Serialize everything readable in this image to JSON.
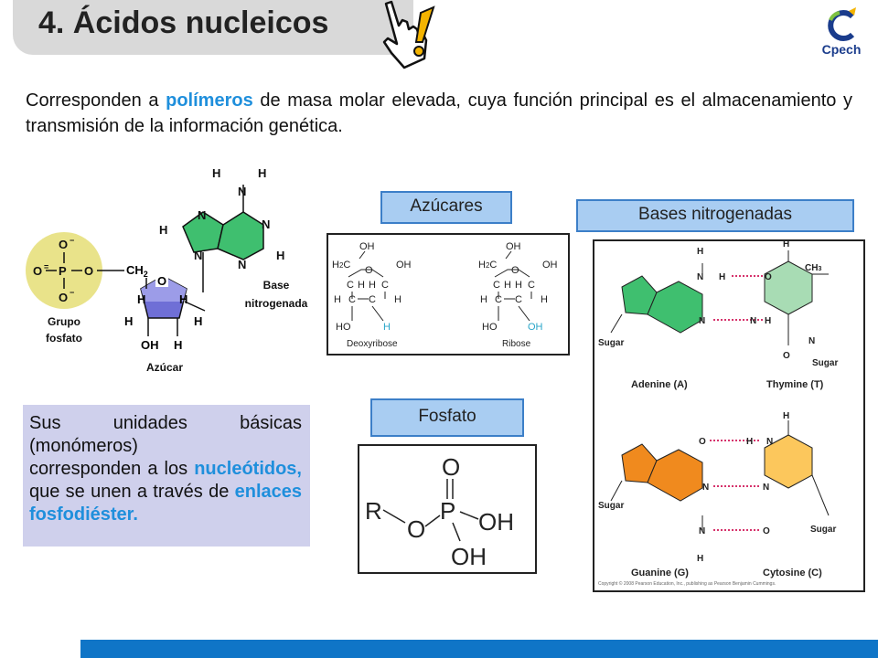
{
  "header": {
    "title": "4. Ácidos nucleicos",
    "logo_text": "Cpech"
  },
  "intro": {
    "before": "Corresponden a ",
    "highlight": "polímeros",
    "after": " de masa molar elevada, cuya función principal es el almacenamiento y transmisión de la información genética."
  },
  "nucleotide": {
    "phosphate_label_1": "Grupo",
    "phosphate_label_2": "fosfato",
    "sugar_label": "Azúcar",
    "base_label_1": "Base",
    "base_label_2": "nitrogenada"
  },
  "sugars": {
    "label": "Azúcares",
    "deoxyribose_name": "Deoxyribose",
    "ribose_name": "Ribose",
    "deoxy_h": "H",
    "ribose_oh": "OH"
  },
  "phosphate": {
    "label": "Fosfato",
    "r": "R",
    "o_top": "O",
    "p": "P",
    "o_bridge": "O",
    "oh_right": "OH",
    "oh_bottom": "OH"
  },
  "bases": {
    "label": "Bases nitrogenadas",
    "adenine": "Adenine (A)",
    "thymine": "Thymine (T)",
    "guanine": "Guanine (G)",
    "cytosine": "Cytosine (C)",
    "sugar": "Sugar",
    "copyright": "Copyright © 2008 Pearson Education, Inc., publishing as Pearson Benjamin Cummings."
  },
  "basic_units": {
    "line1": "Sus unidades básicas (monómeros)",
    "p2_before": "corresponden a los ",
    "p2_hl1": "nucleótidos,",
    "p2_mid": " que se unen a través de ",
    "p2_hl2": "enlaces fosfodiéster."
  },
  "colors": {
    "accent_blue": "#1f8fdc",
    "bar_blue": "#0f75c7",
    "label_fill": "#a9cdf2",
    "adenine": "#3fbf6f",
    "thymine": "#a8dcb4",
    "guanine": "#f08a1e",
    "cytosine": "#fcc75c"
  }
}
